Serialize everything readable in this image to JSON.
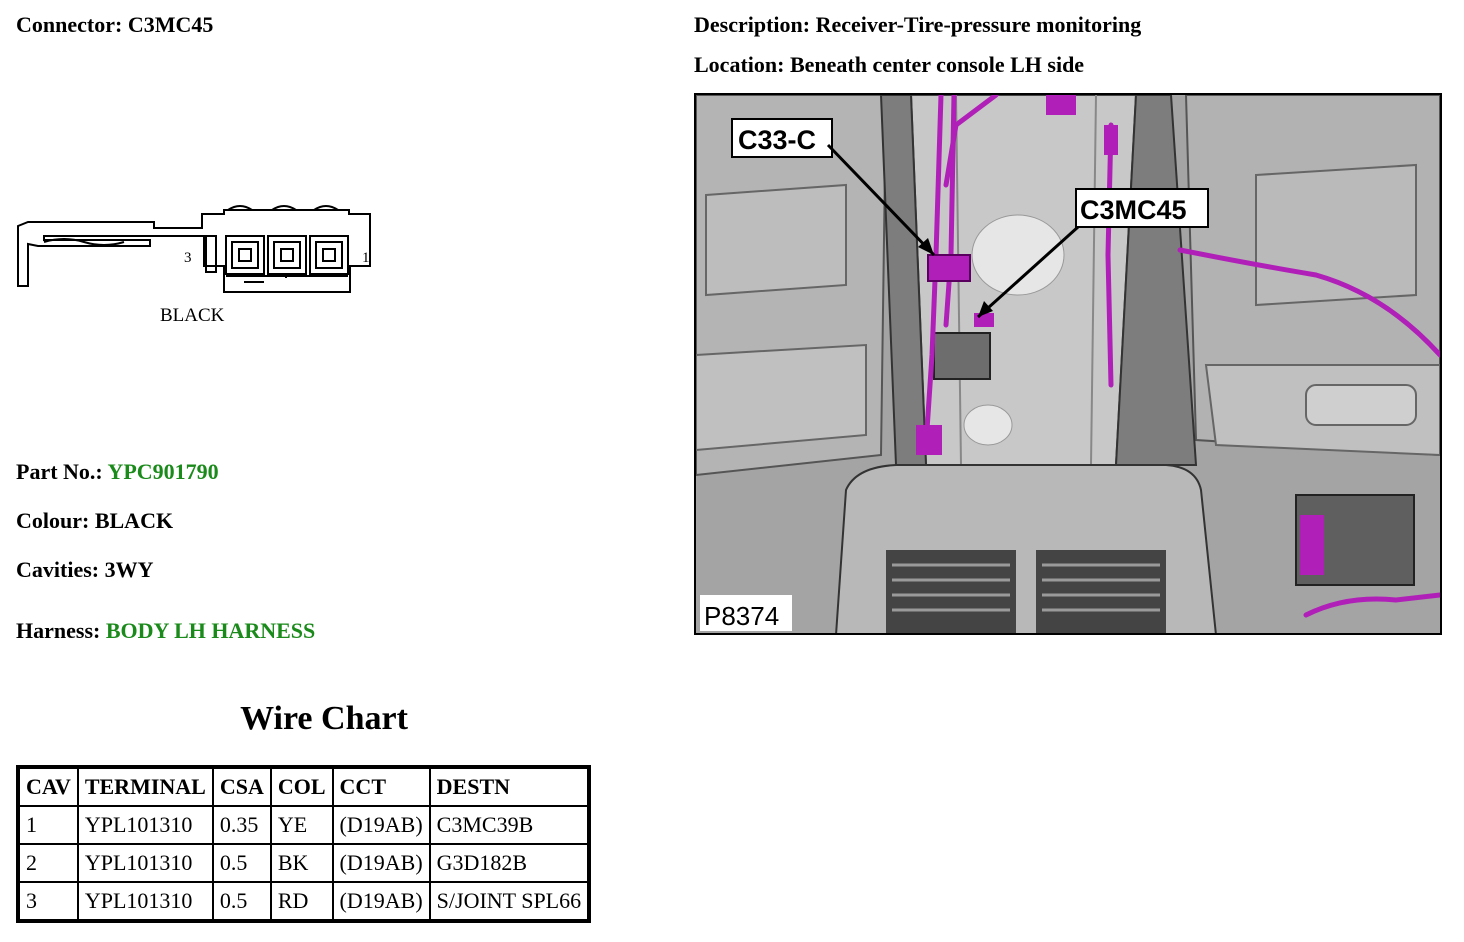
{
  "connector": {
    "label": "Connector:",
    "value": "C3MC45"
  },
  "description": {
    "label": "Description:",
    "value": "Receiver-Tire-pressure monitoring"
  },
  "location": {
    "label": "Location:",
    "value": "Beneath center console LH side"
  },
  "drawing": {
    "pin_left": "3",
    "pin_right": "1",
    "color_text": "BLACK"
  },
  "part": {
    "label": "Part No.:",
    "value": "YPC901790"
  },
  "colour": {
    "label": "Colour:",
    "value": "BLACK"
  },
  "cavities": {
    "label": "Cavities:",
    "value": "3WY"
  },
  "harness": {
    "label": "Harness:",
    "value": "BODY LH HARNESS"
  },
  "photo": {
    "callout_1": "C33-C",
    "callout_2": "C3MC45",
    "ref": "P8374"
  },
  "wire_chart": {
    "title": "Wire Chart",
    "headers": [
      "CAV",
      "TERMINAL",
      "CSA",
      "COL",
      "CCT",
      "DESTN"
    ],
    "rows": [
      [
        "1",
        "YPL101310",
        "0.35",
        "YE",
        "(D19AB)",
        "C3MC39B"
      ],
      [
        "2",
        "YPL101310",
        "0.5",
        "BK",
        "(D19AB)",
        "G3D182B"
      ],
      [
        "3",
        "YPL101310",
        "0.5",
        "RD",
        "(D19AB)",
        "S/JOINT SPL66"
      ]
    ]
  },
  "colors": {
    "link_green": "#1a8a1a",
    "harness_magenta": "#b020b8"
  }
}
